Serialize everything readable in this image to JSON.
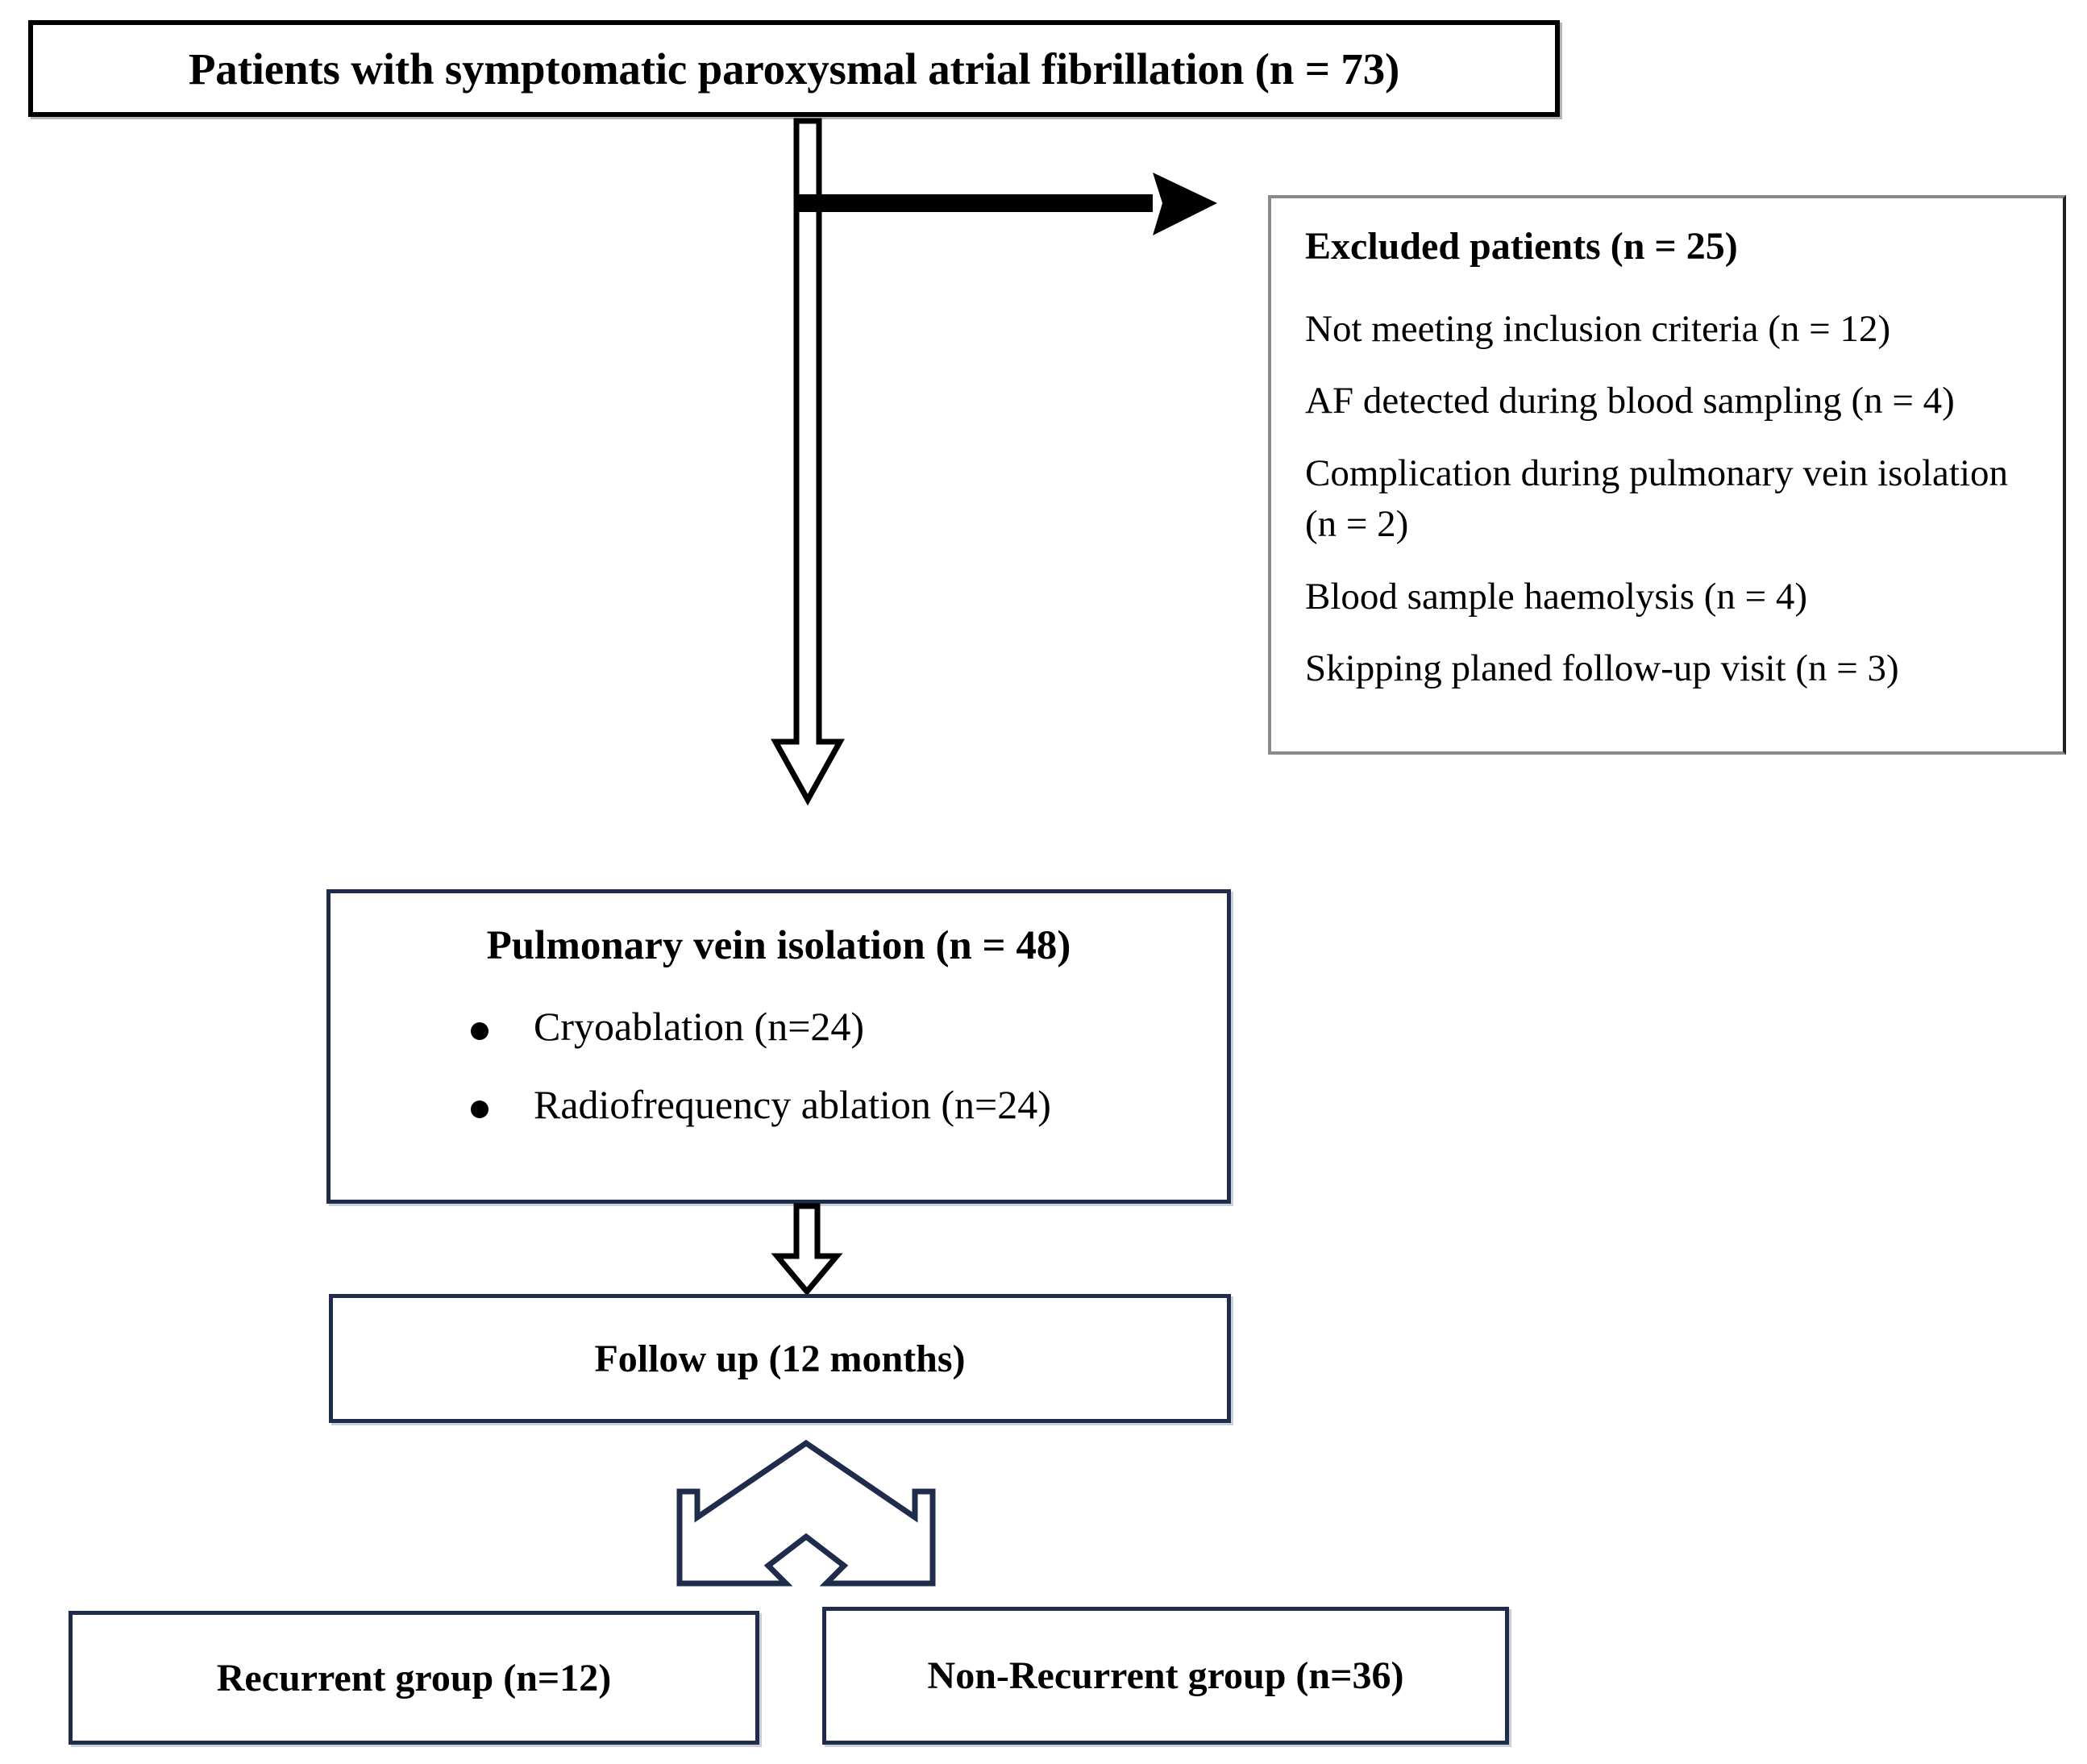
{
  "diagram": {
    "title": "CONSORT-style patient flow diagram",
    "colors": {
      "black_border": "#000000",
      "grey_border": "#8a8a8a",
      "navy_border": "#1f2c4c",
      "background": "#ffffff",
      "text": "#000000"
    }
  },
  "nodes": {
    "enrolled": {
      "label": "Patients with symptomatic paroxysmal atrial fibrillation (n = 73)",
      "n": 73
    },
    "excluded": {
      "heading": "Excluded patients (n = 25)",
      "n": 25,
      "reasons": [
        {
          "label": "Not meeting inclusion criteria (n = 12)",
          "n": 12
        },
        {
          "label": "AF detected during blood sampling (n = 4)",
          "n": 4
        },
        {
          "label": "Complication during pulmonary vein isolation (n = 2)",
          "n": 2
        },
        {
          "label": "Blood sample haemolysis (n = 4)",
          "n": 4
        },
        {
          "label": "Skipping planed follow-up visit (n = 3)",
          "n": 3
        }
      ]
    },
    "pvi": {
      "title": "Pulmonary vein isolation (n = 48)",
      "n": 48,
      "bullets": [
        {
          "label": "Cryoablation (n=24)",
          "n": 24
        },
        {
          "label": "Radiofrequency ablation (n=24)",
          "n": 24
        }
      ]
    },
    "followup": {
      "label": "Follow up (12 months)",
      "months": 12
    },
    "recurrent": {
      "label": "Recurrent group (n=12)",
      "n": 12
    },
    "nonrecurrent": {
      "label": "Non-Recurrent group (n=36)",
      "n": 36
    }
  },
  "connectors": {
    "enrolled_to_pvi": "down-open-arrow",
    "enrolled_to_excluded": "right-solid-arrow",
    "pvi_to_followup": "down-open-arrow-small",
    "followup_to_groups": "split-up-chevron-arrow"
  }
}
